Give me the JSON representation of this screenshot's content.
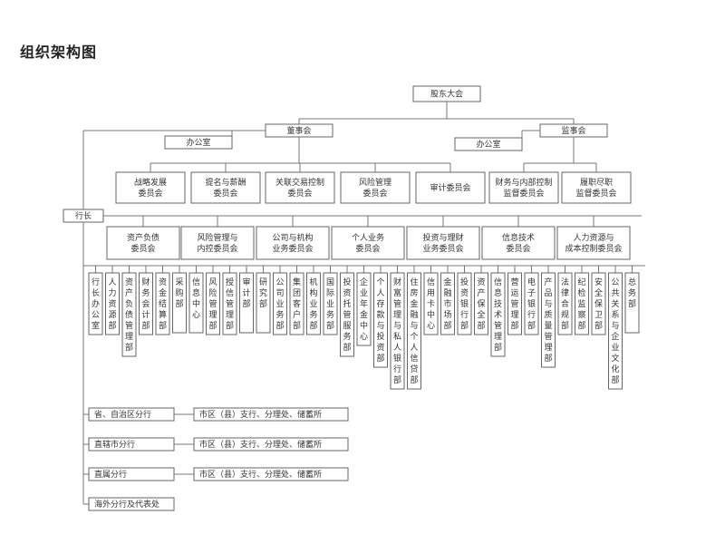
{
  "title": "组织架构图",
  "top": {
    "shareholders": "股东大会",
    "board": "董事会",
    "supervisors": "监事会",
    "board_office": "办公室",
    "supervisor_office": "办公室"
  },
  "board_committees": [
    [
      "战略发展",
      "委员会"
    ],
    [
      "提名与薪酬",
      "委员会"
    ],
    [
      "关联交易控制",
      "委员会"
    ],
    [
      "风险管理",
      "委员会"
    ],
    [
      "审计委员会"
    ]
  ],
  "supervisor_committees": [
    [
      "财务与内部控制",
      "监督委员会"
    ],
    [
      "履职尽职",
      "监督委员会"
    ]
  ],
  "president": "行长",
  "president_committees": [
    [
      "资产负债",
      "委员会"
    ],
    [
      "风险管理与",
      "内控委员会"
    ],
    [
      "公司与机构",
      "业务委员会"
    ],
    [
      "个人业务",
      "委员会"
    ],
    [
      "投资与理财",
      "业务委员会"
    ],
    [
      "信息技术",
      "委员会"
    ],
    [
      "人力资源与",
      "成本控制委员会"
    ]
  ],
  "departments": [
    "行长办公室",
    "人力资源部",
    "资产负债管理部",
    "财务会计部",
    "资金结算部",
    "采购部",
    "信息中心",
    "风险管理部",
    "授信管理部",
    "审计部",
    "研究部",
    "公司业务部",
    "集团客户部",
    "机构业务部",
    "国际业务部",
    "投资托管服务部",
    "企业年金中心",
    "个人存款与投资部",
    "财富管理与私人银行部",
    "住房金融与个人信贷部",
    "信用卡中心",
    "金融市场部",
    "投资银行部",
    "资产保全部",
    "信息技术管理部",
    "营运管理部",
    "电子银行部",
    "产品与质量管理部",
    "法律合规部",
    "纪检监察部",
    "安全保卫部",
    "公共关系与企业文化部",
    "总务部"
  ],
  "branches": [
    {
      "name": "省、自治区分行",
      "sub": "市区（县）支行、分理处、储蓄所"
    },
    {
      "name": "直辖市分行",
      "sub": "市区（县）支行、分理处、储蓄所"
    },
    {
      "name": "直属分行",
      "sub": "市区（县）支行、分理处、储蓄所"
    },
    {
      "name": "海外分行及代表处"
    }
  ]
}
